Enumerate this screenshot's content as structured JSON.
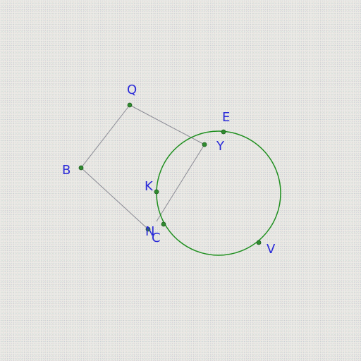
{
  "diagram": {
    "points": [
      {
        "id": "Q",
        "label": "Q"
      },
      {
        "id": "B",
        "label": "B"
      },
      {
        "id": "E",
        "label": "E"
      },
      {
        "id": "Y",
        "label": "Y"
      },
      {
        "id": "K",
        "label": "K"
      },
      {
        "id": "N",
        "label": "N"
      },
      {
        "id": "C",
        "label": "C"
      },
      {
        "id": "V",
        "label": "V"
      }
    ],
    "segments": [
      [
        "B",
        "Q"
      ],
      [
        "Q",
        "Y"
      ],
      [
        "B",
        "N"
      ],
      [
        "Y",
        "C"
      ]
    ],
    "circle": {
      "passes_through": [
        "E",
        "K",
        "C",
        "V"
      ]
    },
    "colors": {
      "circle": "#1e8f1e",
      "segments": "#8a8a94",
      "points": "#2f8a2f",
      "labels": "#2a2ad8"
    }
  }
}
